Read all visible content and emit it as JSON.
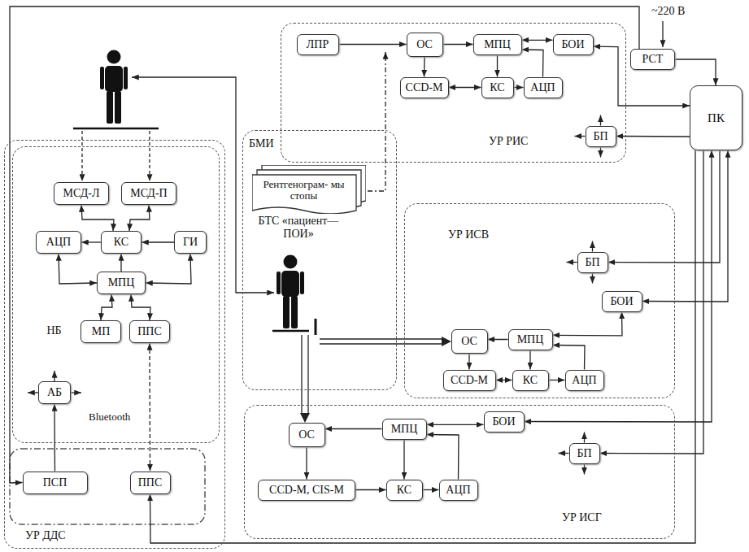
{
  "diagram": {
    "nodes": [
      {
        "text": [
          "УР ДДС"
        ]
      },
      {
        "text": [
          "НБ"
        ],
        "in": 0
      },
      {
        "text": [
          "МСД-Л"
        ],
        "in": 1
      },
      {
        "text": [
          "МСД-П"
        ],
        "in": 1
      },
      {
        "text": [
          "АЦП"
        ],
        "in": 1
      },
      {
        "text": [
          "КС"
        ],
        "in": 1
      },
      {
        "text": [
          "ГИ"
        ],
        "in": 1
      },
      {
        "text": [
          "МПЦ"
        ],
        "in": 1
      },
      {
        "text": [
          "МП"
        ],
        "in": 1
      },
      {
        "text": [
          "ППС"
        ],
        "in": 1
      },
      {
        "text": [
          "АБ"
        ],
        "in": 1
      },
      {
        "text": [
          "ПСП"
        ],
        "in": 0
      },
      {
        "text": [
          "ППС"
        ],
        "in": 0
      },
      {
        "text": [
          "БМИ",
          "БТС «пациент—ПОИ»"
        ]
      },
      {
        "text": [
          "Рентгенограм- мы стопы"
        ],
        "in": 13
      },
      {
        "text": [
          "УР РИС"
        ]
      },
      {
        "text": [
          "ЛПР"
        ],
        "in": 15
      },
      {
        "text": [
          "ОС"
        ],
        "in": 15
      },
      {
        "text": [
          "МПЦ"
        ],
        "in": 15
      },
      {
        "text": [
          "БОИ"
        ],
        "in": 15
      },
      {
        "text": [
          "CCD-M"
        ],
        "in": 15
      },
      {
        "text": [
          "КС"
        ],
        "in": 15
      },
      {
        "text": [
          "АЦП"
        ],
        "in": 15
      },
      {
        "text": [
          "БП"
        ],
        "in": 15
      },
      {
        "text": [
          "УР ИСВ"
        ]
      },
      {
        "text": [
          "БП"
        ],
        "in": 24
      },
      {
        "text": [
          "БОИ"
        ],
        "in": 24
      },
      {
        "text": [
          "ОС"
        ],
        "in": 24
      },
      {
        "text": [
          "МПЦ"
        ],
        "in": 24
      },
      {
        "text": [
          "CCD-M"
        ],
        "in": 24
      },
      {
        "text": [
          "КС"
        ],
        "in": 24
      },
      {
        "text": [
          "АЦП"
        ],
        "in": 24
      },
      {
        "text": [
          "УР ИСГ"
        ]
      },
      {
        "text": [
          "ОС"
        ],
        "in": 32
      },
      {
        "text": [
          "МПЦ"
        ],
        "in": 32
      },
      {
        "text": [
          "БОИ"
        ],
        "in": 32
      },
      {
        "text": [
          "БП"
        ],
        "in": 32
      },
      {
        "text": [
          "CCD-M, CIS-M"
        ],
        "in": 32
      },
      {
        "text": [
          "КС"
        ],
        "in": 32
      },
      {
        "text": [
          "АЦП"
        ],
        "in": 32
      },
      {
        "text": [
          "РСТ"
        ]
      },
      {
        "text": [
          "ПК"
        ]
      }
    ],
    "edges": [
      {
        "from": 2,
        "to": 5,
        "arrow": "both"
      },
      {
        "from": 3,
        "to": 5,
        "arrow": "both"
      },
      {
        "from": 5,
        "to": 4,
        "arrow": "to"
      },
      {
        "from": 6,
        "to": 5,
        "arrow": "to"
      },
      {
        "from": 7,
        "to": 5,
        "arrow": "to"
      },
      {
        "from": 7,
        "to": 4,
        "arrow": "both"
      },
      {
        "from": 7,
        "to": 6,
        "arrow": "both"
      },
      {
        "from": 7,
        "to": 8,
        "arrow": "both"
      },
      {
        "from": 7,
        "to": 9,
        "arrow": "both"
      },
      {
        "from": 9,
        "to": 12,
        "arrow": "both"
      },
      {
        "from": 11,
        "to": 10,
        "arrow": "to"
      },
      {
        "from": 40,
        "to": 11,
        "arrow": "to"
      },
      {
        "from": 16,
        "to": 17,
        "arrow": "to"
      },
      {
        "from": 17,
        "to": 18,
        "arrow": "to"
      },
      {
        "from": 17,
        "to": 20,
        "arrow": "to"
      },
      {
        "from": 20,
        "to": 21,
        "arrow": "both"
      },
      {
        "from": 18,
        "to": 21,
        "arrow": "to"
      },
      {
        "from": 21,
        "to": 22,
        "arrow": "to"
      },
      {
        "from": 22,
        "to": 18,
        "arrow": "to"
      },
      {
        "from": 18,
        "to": 19,
        "arrow": "both"
      },
      {
        "from": 19,
        "to": 41,
        "arrow": "both"
      },
      {
        "from": 40,
        "to": 41,
        "arrow": "to"
      },
      {
        "from": 28,
        "to": 27,
        "arrow": "to"
      },
      {
        "from": 27,
        "to": 29,
        "arrow": "to"
      },
      {
        "from": 29,
        "to": 30,
        "arrow": "both"
      },
      {
        "from": 28,
        "to": 30,
        "arrow": "to"
      },
      {
        "from": 30,
        "to": 31,
        "arrow": "to"
      },
      {
        "from": 31,
        "to": 28,
        "arrow": "to"
      },
      {
        "from": 28,
        "to": 26,
        "arrow": "both"
      },
      {
        "from": 26,
        "to": 41,
        "arrow": "both"
      },
      {
        "from": 34,
        "to": 33,
        "arrow": "to"
      },
      {
        "from": 33,
        "to": 37,
        "arrow": "to"
      },
      {
        "from": 37,
        "to": 38,
        "arrow": "to"
      },
      {
        "from": 34,
        "to": 38,
        "arrow": "to"
      },
      {
        "from": 38,
        "to": 39,
        "arrow": "to"
      },
      {
        "from": 39,
        "to": 34,
        "arrow": "to"
      },
      {
        "from": 34,
        "to": 35,
        "arrow": "both"
      },
      {
        "from": 35,
        "to": 41,
        "arrow": "both"
      },
      {
        "from": 41,
        "to": 36,
        "arrow": "to"
      },
      {
        "from": 41,
        "to": 12,
        "arrow": "to"
      },
      {
        "from": 41,
        "to": 23,
        "arrow": "to"
      },
      {
        "from": 41,
        "to": 25,
        "arrow": "to"
      }
    ],
    "labels": [
      "~220 В",
      "Bluetooth"
    ]
  }
}
